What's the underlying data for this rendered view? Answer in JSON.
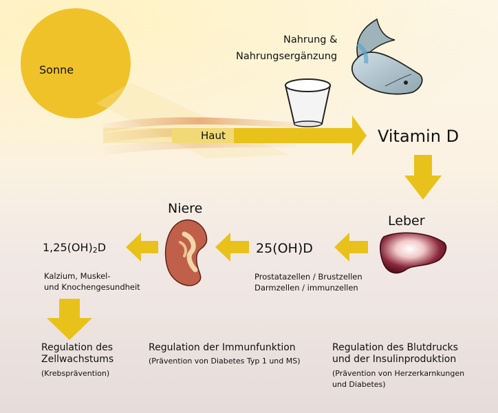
{
  "sun": {
    "label": "Sonne"
  },
  "skin": {
    "label": "Haut"
  },
  "food": {
    "line1": "Nahrung &",
    "line2": "Nahrungsergänzung"
  },
  "vitamin_d": {
    "label": "Vitamin D"
  },
  "liver": {
    "label": "Leber"
  },
  "kidney": {
    "label": "Niere"
  },
  "metabolite_25": {
    "label": "25(OH)D",
    "cells_line1": "Prostatazellen / Brustzellen",
    "cells_line2": "Darmzellen / immunzellen"
  },
  "metabolite_125": {
    "label_prefix": "1,25(OH)",
    "label_sub": "2",
    "label_suffix": "D",
    "effect_line1": "Kalzium, Muskel-",
    "effect_line2": "und Knochengesundheit"
  },
  "effects": [
    {
      "title_line1": "Regulation des",
      "title_line2": "Zellwachstums",
      "note_line1": "(Krebsprävention)",
      "note_line2": ""
    },
    {
      "title_line1": "Regulation der Immunfunktion",
      "title_line2": "",
      "note_line1": "(Prävention von Diabetes Typ 1 und MS)",
      "note_line2": ""
    },
    {
      "title_line1": "Regulation des Blutdrucks",
      "title_line2": "und der Insulinproduktion",
      "note_line1": "(Prävention von Herzerkarnkungen",
      "note_line2": "und Diabetes)"
    }
  ],
  "colors": {
    "sun": "#f0c229",
    "arrow": "#e8c21a",
    "liver": "#6e1a2a",
    "kidney": "#b5553b"
  }
}
